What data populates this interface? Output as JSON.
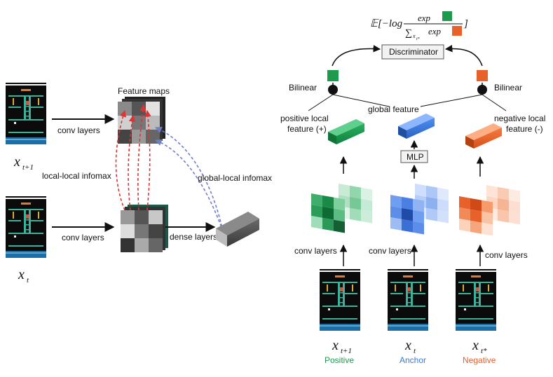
{
  "left_panel": {
    "frame_top_label": "x",
    "frame_top_sub": "t+1",
    "frame_bottom_label": "x",
    "frame_bottom_sub": "t",
    "conv_top": "conv layers",
    "conv_bottom": "conv layers",
    "feature_maps": "Feature maps",
    "local_local": "local-local infomax",
    "global_local": "global-local infomax",
    "dense_layers": "dense layers"
  },
  "right_panel": {
    "formula": {
      "prefix": "𝔼[−log",
      "exp_top": "exp",
      "sum_bottom": "∑",
      "sum_sub": "x",
      "sum_subsub": "t*",
      "exp_bottom": "exp",
      "close": "]"
    },
    "discriminator": "Discriminator",
    "bilinear_left": "Bilinear",
    "bilinear_right": "Bilinear",
    "global_feature": "global feature",
    "pos_local_line1": "positive local",
    "pos_local_line2": "feature (+)",
    "neg_local_line1": "negative local",
    "neg_local_line2": "feature (-)",
    "mlp": "MLP",
    "conv_left": "conv layers",
    "conv_mid": "conv layers",
    "conv_right": "conv layers",
    "frames": [
      {
        "var": "x",
        "sub": "t+1",
        "role": "Positive",
        "color": "#1e9a4f"
      },
      {
        "var": "x",
        "sub": "t",
        "role": "Anchor",
        "color": "#3a78d6"
      },
      {
        "var": "x",
        "sub": "t*",
        "role": "Negative",
        "color": "#e8602a"
      }
    ]
  },
  "colors": {
    "positive": "#1e9a4f",
    "anchor": "#3a78d6",
    "negative": "#e8602a",
    "local_arrow": "#d33",
    "global_arrow": "#6f7fc6"
  }
}
